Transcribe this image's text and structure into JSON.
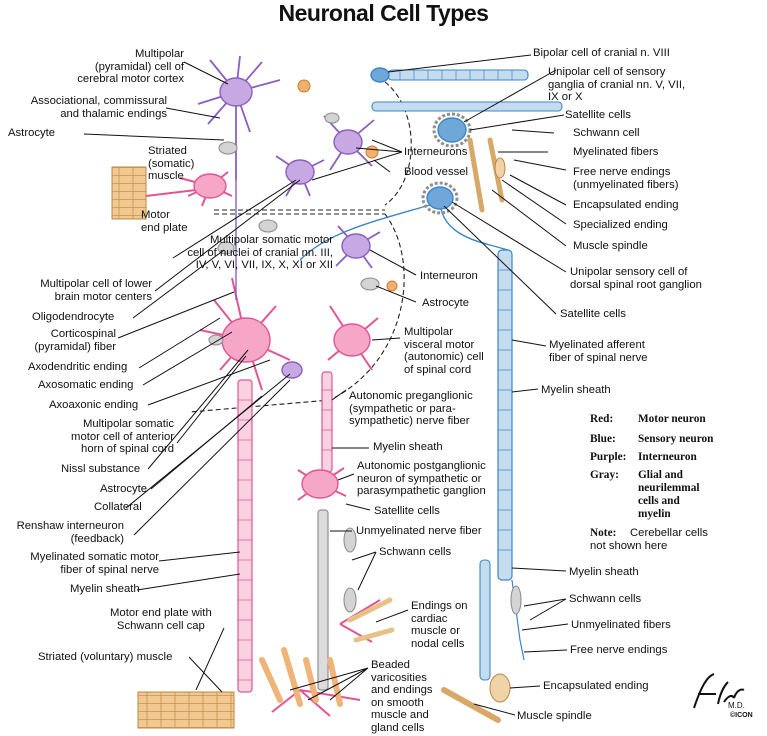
{
  "title": "Neuronal Cell Types",
  "labels": {
    "multipolar_pyramidal": [
      "Multipolar",
      "(pyramidal) cell of",
      "cerebral motor cortex"
    ],
    "associational": [
      "Associational, commissural",
      "and thalamic endings"
    ],
    "astrocyte_top": "Astrocyte",
    "striated_somatic": [
      "Striated",
      "(somatic)",
      "muscle"
    ],
    "motor_end_plate": [
      "Motor",
      "end plate"
    ],
    "multipolar_somatic_cranial": [
      "Multipolar somatic motor",
      "cell of nuclei of cranial nn. III,",
      "IV, V, VI, VII, IX, X, XI or XII"
    ],
    "multipolar_lower_brain": [
      "Multipolar cell of lower",
      "brain motor centers"
    ],
    "oligodendrocyte": "Oligodendrocyte",
    "corticospinal": [
      "Corticospinal",
      "(pyramidal) fiber"
    ],
    "axodendritic": "Axodendritic ending",
    "axosomatic": "Axosomatic ending",
    "axoaxonic": "Axoaxonic ending",
    "multipolar_anterior_horn": [
      "Multipolar somatic",
      "motor cell of anterior",
      "horn of spinal cord"
    ],
    "nissl": "Nissl substance",
    "astrocyte_mid": "Astrocyte",
    "collateral": "Collateral",
    "renshaw": [
      "Renshaw interneuron",
      "(feedback)"
    ],
    "myelinated_somatic": [
      "Myelinated somatic motor",
      "fiber of spinal nerve"
    ],
    "myelin_sheath_left": "Myelin sheath",
    "motor_end_plate_schwann": [
      "Motor end plate with",
      "Schwann cell cap"
    ],
    "striated_voluntary": "Striated (voluntary) muscle",
    "bipolar_viii": "Bipolar cell of cranial n. VIII",
    "unipolar_cranial": [
      "Unipolar cell of sensory",
      "ganglia of cranial nn. V, VII,",
      "IX or X"
    ],
    "satellite_top": "Satellite cells",
    "schwann_top": "Schwann cell",
    "myelinated_fibers": "Myelinated fibers",
    "interneurons": "Interneurons",
    "free_nerve_top": [
      "Free nerve endings",
      "(unmyelinated fibers)"
    ],
    "blood_vessel": "Blood vessel",
    "encapsulated_top": "Encapsulated ending",
    "specialized": "Specialized ending",
    "muscle_spindle_top": "Muscle spindle",
    "interneuron": "Interneuron",
    "unipolar_dorsal": [
      "Unipolar sensory cell of",
      "dorsal spinal root ganglion"
    ],
    "astrocyte_right": "Astrocyte",
    "satellite_right": "Satellite cells",
    "multipolar_visceral": [
      "Multipolar",
      "visceral motor",
      "(autonomic) cell",
      "of spinal cord"
    ],
    "myelinated_afferent": [
      "Myelinated afferent",
      "fiber of spinal nerve"
    ],
    "myelin_sheath_r1": "Myelin sheath",
    "autonomic_pre": [
      "Autonomic preganglionic",
      "(sympathetic or para-",
      "sympathetic) nerve fiber"
    ],
    "myelin_sheath_mid": "Myelin sheath",
    "autonomic_post": [
      "Autonomic postganglionic",
      "neuron of sympathetic or",
      "parasympathetic ganglion"
    ],
    "satellite_mid": "Satellite cells",
    "unmyelinated_nerve": "Unmyelinated nerve fiber",
    "schwann_mid": "Schwann cells",
    "endings_cardiac": [
      "Endings on",
      "cardiac",
      "muscle or",
      "nodal cells"
    ],
    "beaded": [
      "Beaded",
      "varicosities",
      "and endings",
      "on smooth",
      "muscle and",
      "gland cells"
    ],
    "myelin_sheath_r2": "Myelin sheath",
    "schwann_r": "Schwann cells",
    "unmyelinated_fibers": "Unmyelinated fibers",
    "free_nerve_r": "Free nerve endings",
    "encapsulated_r": "Encapsulated ending",
    "muscle_spindle_r": "Muscle spindle"
  },
  "key": {
    "rows": [
      {
        "term": "Red:",
        "meaning": [
          "Motor neuron"
        ]
      },
      {
        "term": "Blue:",
        "meaning": [
          "Sensory neuron"
        ]
      },
      {
        "term": "Purple:",
        "meaning": [
          "Interneuron"
        ]
      },
      {
        "term": "Gray:",
        "meaning": [
          "Glial and",
          "neurilemmal",
          "cells and",
          "myelin"
        ]
      }
    ],
    "note_label": "Note:",
    "note_text": [
      "Cerebellar cells",
      "not shown here"
    ]
  },
  "colors": {
    "motor": "#e25592",
    "motor_fill": "#f6a6c6",
    "sensory": "#3d87c8",
    "sensory_fill": "#a9cbe9",
    "interneuron": "#8b5fbf",
    "interneuron_fill": "#c7a8e3",
    "glial": "#8f8f8f",
    "glial_fill": "#cfcfcf",
    "muscle": "#e8c187",
    "blood": "#e0823a"
  },
  "signature": {
    "name": "F. Netter M.D.",
    "mark": "ICON"
  }
}
